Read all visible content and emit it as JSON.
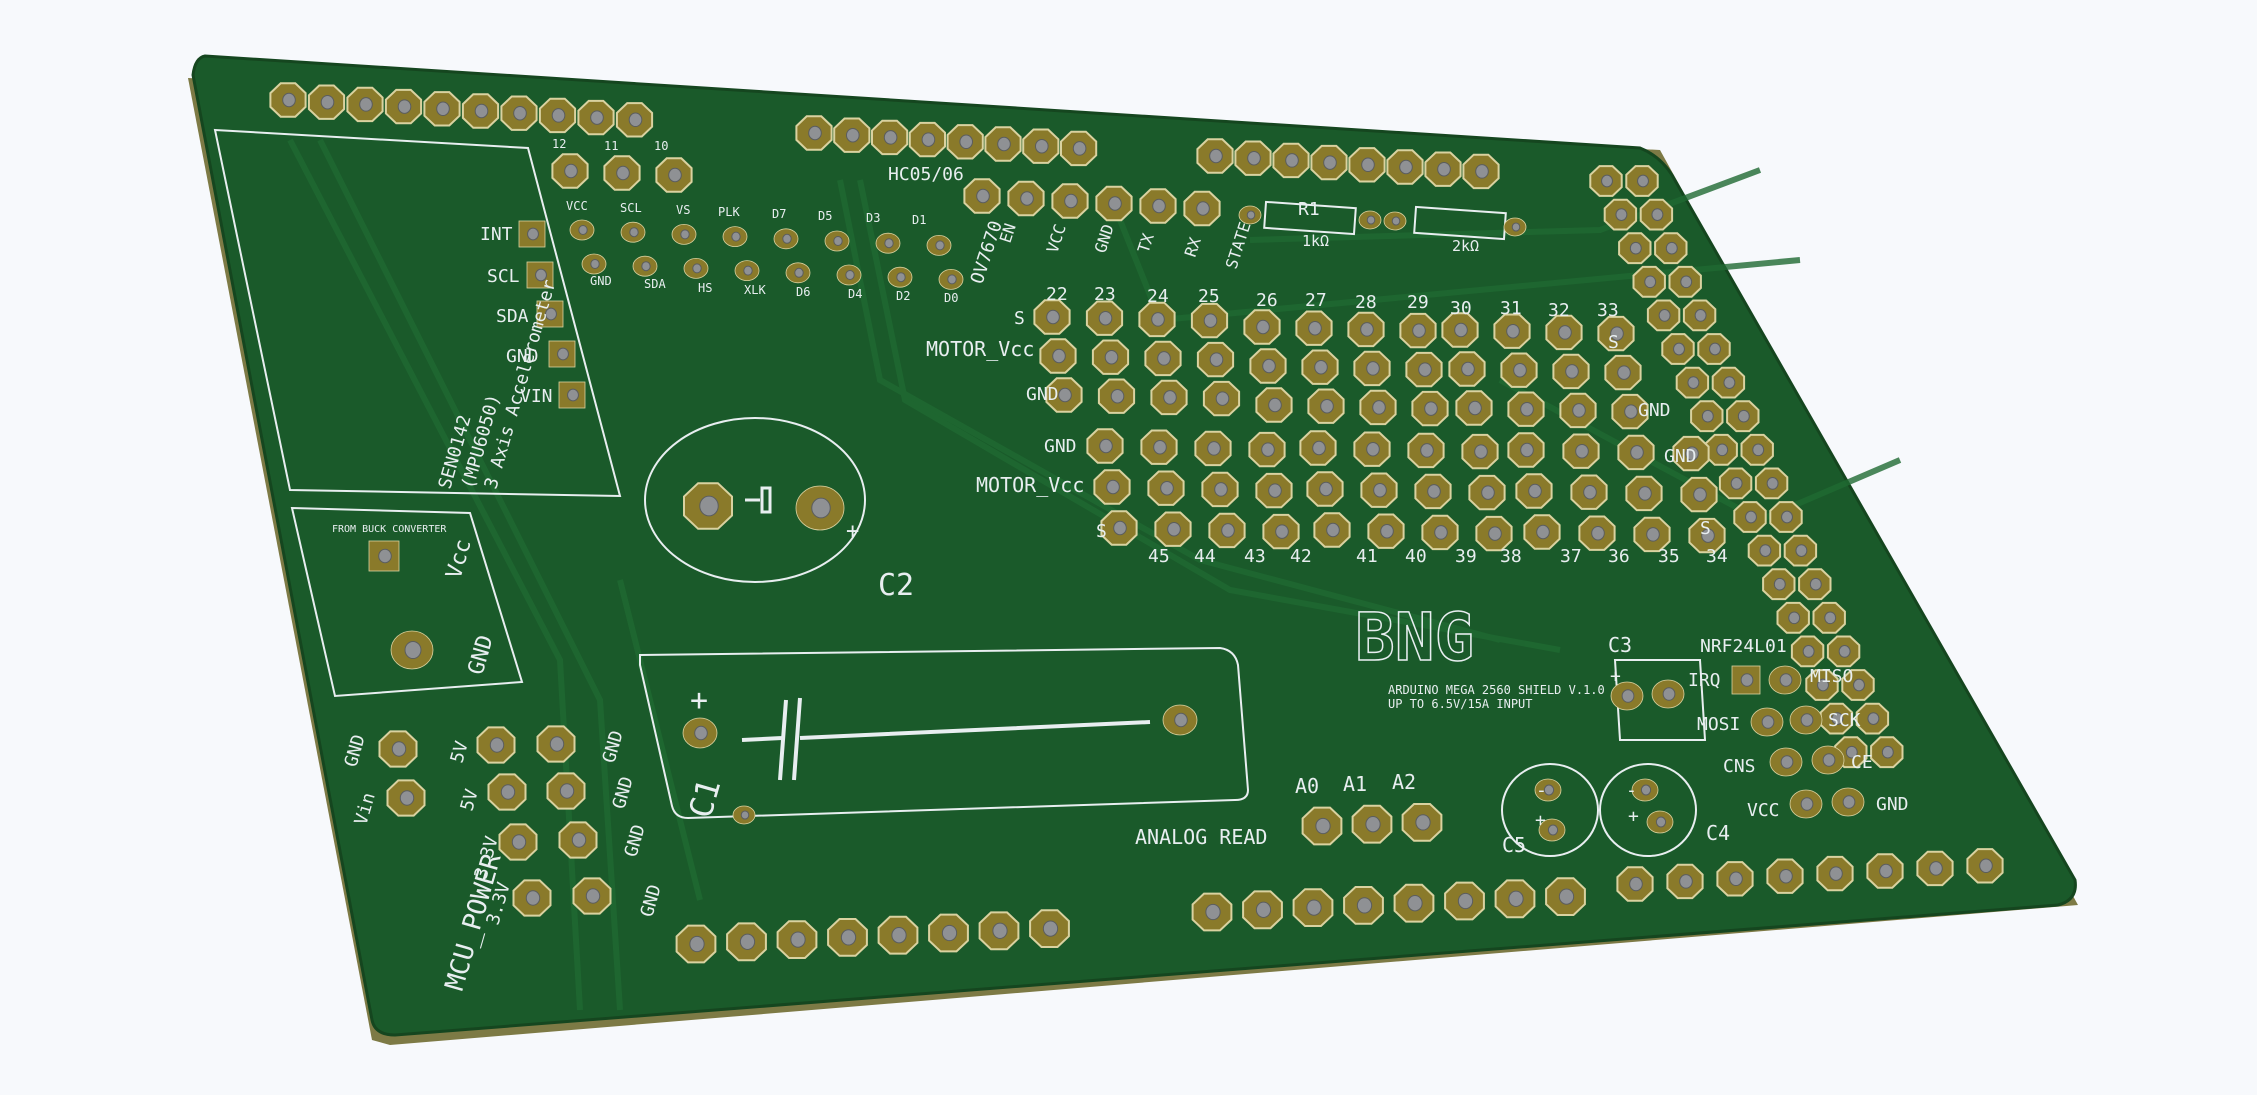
{
  "colors": {
    "background": "#f7f9fc",
    "board": "#1a5a2a",
    "board_edge": "#7d7a45",
    "pad": "#8a7a2a",
    "drill": "#8f9194",
    "silkscreen": "#e8eef0"
  },
  "labels": {
    "hc05": "HC05/06",
    "ov7670": "OV7670",
    "r1": "R1",
    "r1_value": "1kΩ",
    "r2_value": "2kΩ",
    "bt_en": "EN",
    "bt_vcc": "VCC",
    "bt_gnd": "GND",
    "bt_tx": "TX",
    "bt_rx": "RX",
    "bt_state": "STATE",
    "int": "INT",
    "scl": "SCL",
    "sda": "SDA",
    "gnd": "GND",
    "vin": "VIN",
    "sen_line1": "SEN0142",
    "sen_line2": "(MPU6050)",
    "sen_line3": "3 Axis Accelerometer",
    "buck": "FROM BUCK CONVERTER",
    "buck_vcc": "Vcc",
    "buck_gnd": "GND",
    "c1": "C1",
    "c2": "C2",
    "c3": "C3",
    "c4": "C4",
    "c5": "C5",
    "plus": "+",
    "minus": "-",
    "mcu_power": "MCU_POWER",
    "p_gnd": "GND",
    "p_vin": "Vin",
    "p_5v": "5V",
    "p_33v": "3.3V",
    "analog_read": "ANALOG READ",
    "a0": "A0",
    "a1": "A1",
    "a2": "A2",
    "nrf": "NRF24L01",
    "irq": "IRQ",
    "miso": "MISO",
    "mosi": "MOSI",
    "sck": "SCK",
    "cns": "CNS",
    "ce": "CE",
    "nrf_vcc": "VCC",
    "nrf_gnd": "GND",
    "motor_vcc": "MOTOR_Vcc",
    "s": "S",
    "shield_line1": "ARDUINO MEGA 2560 SHIELD V.1.0",
    "shield_line2": "UP TO 6.5V/15A INPUT",
    "logo": "BNG",
    "cam_vcc": "VCC",
    "cam_scl": "SCL",
    "cam_vs": "VS",
    "cam_plk": "PLK",
    "cam_d7": "D7",
    "cam_d5": "D5",
    "cam_d3": "D3",
    "cam_d1": "D1",
    "cam_gnd": "GND",
    "cam_sda": "SDA",
    "cam_hs": "HS",
    "cam_xlk": "XLK",
    "cam_d6": "D6",
    "cam_d4": "D4",
    "cam_d2": "D2",
    "cam_d0": "D0",
    "pin12": "12",
    "pin11": "11",
    "pin10": "10"
  },
  "servo_top_numbers": [
    "22",
    "23",
    "24",
    "25",
    "26",
    "27",
    "28",
    "29",
    "30",
    "31",
    "32",
    "33"
  ],
  "servo_bottom_numbers": [
    "45",
    "44",
    "43",
    "42",
    "41",
    "40",
    "39",
    "38",
    "37",
    "36",
    "35",
    "34"
  ]
}
